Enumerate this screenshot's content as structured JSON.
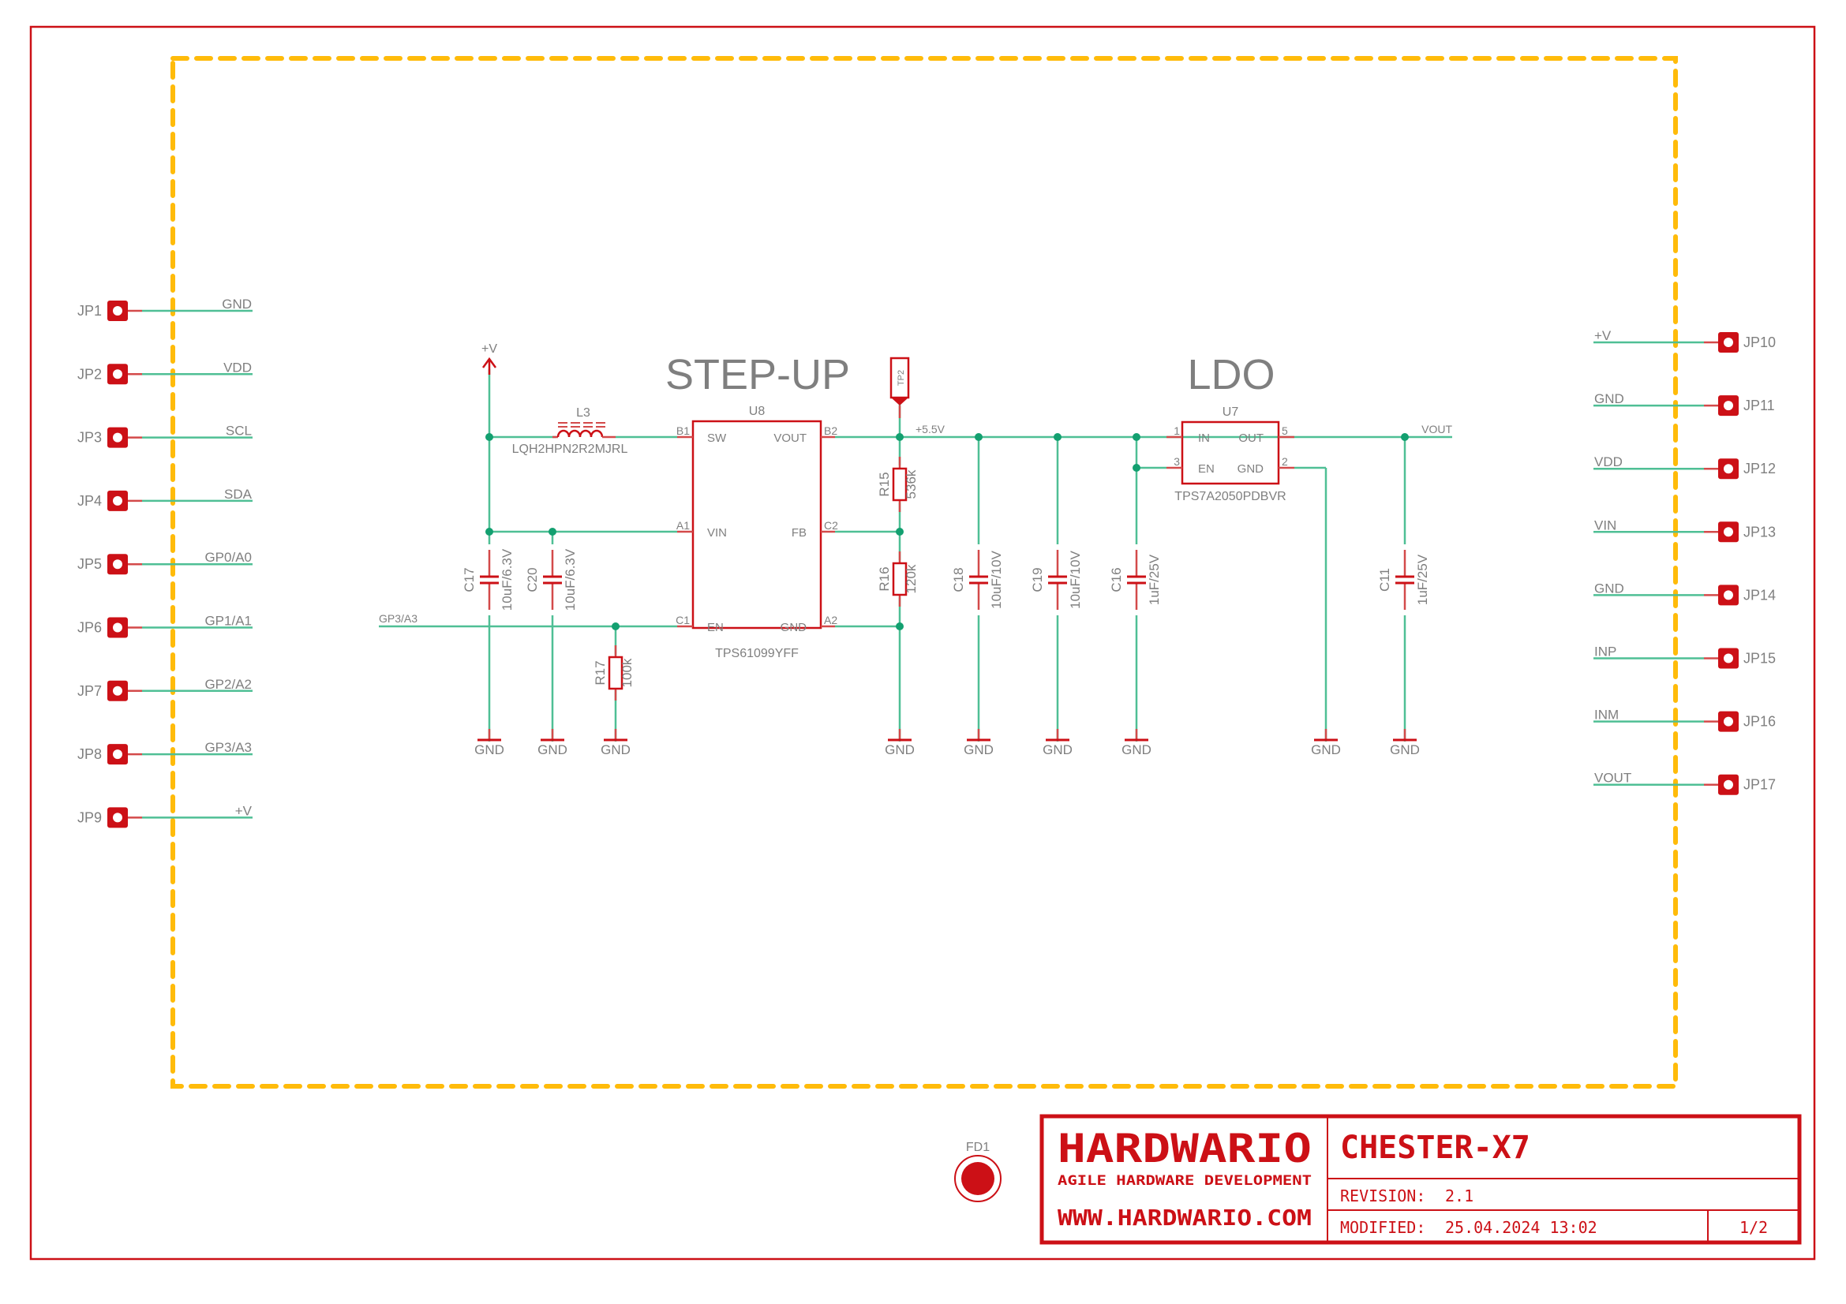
{
  "sheet": {
    "border_color": "#cc1016",
    "frame_color": "#ffbb0a",
    "wire_color": "#4fbf95",
    "junction_color": "#13a070",
    "text_color": "#7f7f7f"
  },
  "connectors_left": [
    {
      "ref": "JP1",
      "net": "GND"
    },
    {
      "ref": "JP2",
      "net": "VDD"
    },
    {
      "ref": "JP3",
      "net": "SCL"
    },
    {
      "ref": "JP4",
      "net": "SDA"
    },
    {
      "ref": "JP5",
      "net": "GP0/A0"
    },
    {
      "ref": "JP6",
      "net": "GP1/A1"
    },
    {
      "ref": "JP7",
      "net": "GP2/A2"
    },
    {
      "ref": "JP8",
      "net": "GP3/A3"
    },
    {
      "ref": "JP9",
      "net": "+V"
    }
  ],
  "connectors_right": [
    {
      "ref": "JP10",
      "net": "+V"
    },
    {
      "ref": "JP11",
      "net": "GND"
    },
    {
      "ref": "JP12",
      "net": "VDD"
    },
    {
      "ref": "JP13",
      "net": "VIN"
    },
    {
      "ref": "JP14",
      "net": "GND"
    },
    {
      "ref": "JP15",
      "net": "INP"
    },
    {
      "ref": "JP16",
      "net": "INM"
    },
    {
      "ref": "JP17",
      "net": "VOUT"
    }
  ],
  "sections": {
    "stepup_title": "STEP-UP",
    "ldo_title": "LDO"
  },
  "stepup": {
    "supply_label": "+V",
    "en_net": "GP3/A3",
    "out_net": "+5.5V",
    "testpoint": "TP2",
    "inductor": {
      "ref": "L3",
      "value": "LQH2HPN2R2MJRL"
    },
    "ic": {
      "ref": "U8",
      "part": "TPS61099YFF",
      "pins": [
        {
          "num": "B1",
          "name": "SW"
        },
        {
          "num": "A1",
          "name": "VIN"
        },
        {
          "num": "C1",
          "name": "EN"
        },
        {
          "num": "B2",
          "name": "VOUT"
        },
        {
          "num": "C2",
          "name": "FB"
        },
        {
          "num": "A2",
          "name": "GND"
        }
      ]
    },
    "caps": [
      {
        "ref": "C17",
        "value": "10uF/6.3V"
      },
      {
        "ref": "C20",
        "value": "10uF/6.3V"
      }
    ],
    "resistors": [
      {
        "ref": "R17",
        "value": "100k"
      },
      {
        "ref": "R15",
        "value": "536k"
      },
      {
        "ref": "R16",
        "value": "120k"
      }
    ],
    "out_caps": [
      {
        "ref": "C18",
        "value": "10uF/10V"
      },
      {
        "ref": "C19",
        "value": "10uF/10V"
      }
    ]
  },
  "ldo": {
    "out_net": "VOUT",
    "ic": {
      "ref": "U7",
      "part": "TPS7A2050PDBVR",
      "pins": [
        {
          "num": "1",
          "name": "IN"
        },
        {
          "num": "3",
          "name": "EN"
        },
        {
          "num": "5",
          "name": "OUT"
        },
        {
          "num": "2",
          "name": "GND"
        }
      ]
    },
    "caps": [
      {
        "ref": "C16",
        "value": "1uF/25V"
      },
      {
        "ref": "C11",
        "value": "1uF/25V"
      }
    ]
  },
  "gnd_label": "GND",
  "fiducial": "FD1",
  "title_block": {
    "brand": "HARDWARIO",
    "tagline": "AGILE HARDWARE DEVELOPMENT",
    "website": "WWW.HARDWARIO.COM",
    "project": "CHESTER-X7",
    "revision_label": "REVISION:",
    "revision": "2.1",
    "modified_label": "MODIFIED:",
    "modified": "25.04.2024 13:02",
    "sheet": "1/2"
  }
}
